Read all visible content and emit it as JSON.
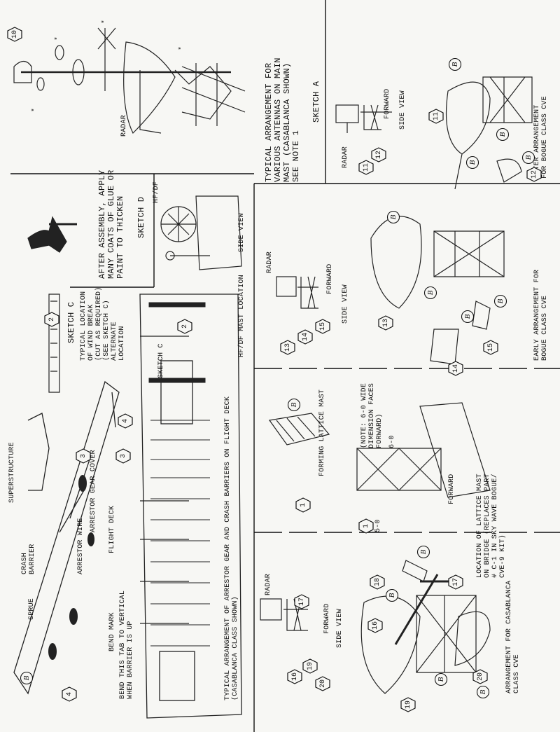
{
  "sketch_a": {
    "title": "TYPICAL ARRANGEMENT FOR\nVARIOUS ANTENNAS ON MAIN\nMAST (CASABLANCA SHOWN)\nSEE NOTE 1",
    "label": "SKETCH A",
    "radar_label": "RADAR",
    "asterisk": "*"
  },
  "bogue_later": {
    "side_radar": "RADAR",
    "side_forward": "FORWARD",
    "side_view": "SIDE VIEW",
    "caption": "LATER ARRANGEMENT\nFOR BOGUE CLASS CVE"
  },
  "sketch_d": {
    "note": "AFTER ASSEMBLY, APPLY\nMANY COATS OF GLUE OR\nPAINT TO THICKEN",
    "label": "SKETCH D",
    "hfdf": "HF/DF",
    "side_view": "SIDE VIEW"
  },
  "bogue_early": {
    "radar": "RADAR",
    "forward": "FORWARD",
    "side_view": "SIDE VIEW",
    "caption": "EARLY ARRANGEMENT FOR\nBOGUE CLASS CVE"
  },
  "sketch_c": {
    "label": "SKETCH C",
    "wind_break": "TYPICAL LOCATION\nOF WIND BREAK\n(CUT AS REQUIRED)\n(SEE SKETCH C)\nALTERNATE\nLOCATION",
    "sketch_c_ref": "SKETCH C",
    "hfdf_mast": "HF/DF MAST LOCATION"
  },
  "flight_deck": {
    "superstructure": "SUPERSTRUCTURE",
    "arrestor_gear_cover": "ARRESTOR GEAR COVER",
    "crash_barrier": "CRASH\nBARRIER",
    "arrestor_wire": "ARRESTOR WIRE",
    "flight_deck": "FLIGHT DECK",
    "sprue": "SPRUE",
    "bend_mark": "BEND MARK",
    "bend_note": "BEND THIS TAB TO VERTICAL\nWHEN BARRIER IS UP",
    "caption": "TYPICAL ARRANGEMENT OF ARRESTOR GEAR AND CRASH BARRIERS ON FLIGHT DECK\n(CASABLANCA CLASS SHOWN)"
  },
  "lattice": {
    "forming": "FORMING LATTICE MAST",
    "note": "(NOTE: 6-0 WIDE\nDIMENSION FACES\nFORWARD)",
    "dim_6": "6-0",
    "dim_5": "5-0",
    "forward": "FORWARD",
    "location": "LOCATION OF LATTICE MAST\nON BRIDGE (REPLACES PART\n# C-1 IN SKY WAVE BOGUE/\nCVE-9 KIT)"
  },
  "casablanca": {
    "radar": "RADAR",
    "forward": "FORWARD",
    "side_view": "SIDE VIEW",
    "caption": "ARRANGEMENT FOR CASABLANCA\nCLASS CVE"
  },
  "part_numbers": {
    "p1": "1",
    "p2": "2",
    "p3": "3",
    "p4": "4",
    "p10": "10",
    "p11": "11",
    "p12": "12",
    "p13": "13",
    "p14": "14",
    "p15": "15",
    "p16": "16",
    "p17": "17",
    "p18": "18",
    "p19": "19",
    "p20": "20",
    "b": "B"
  }
}
